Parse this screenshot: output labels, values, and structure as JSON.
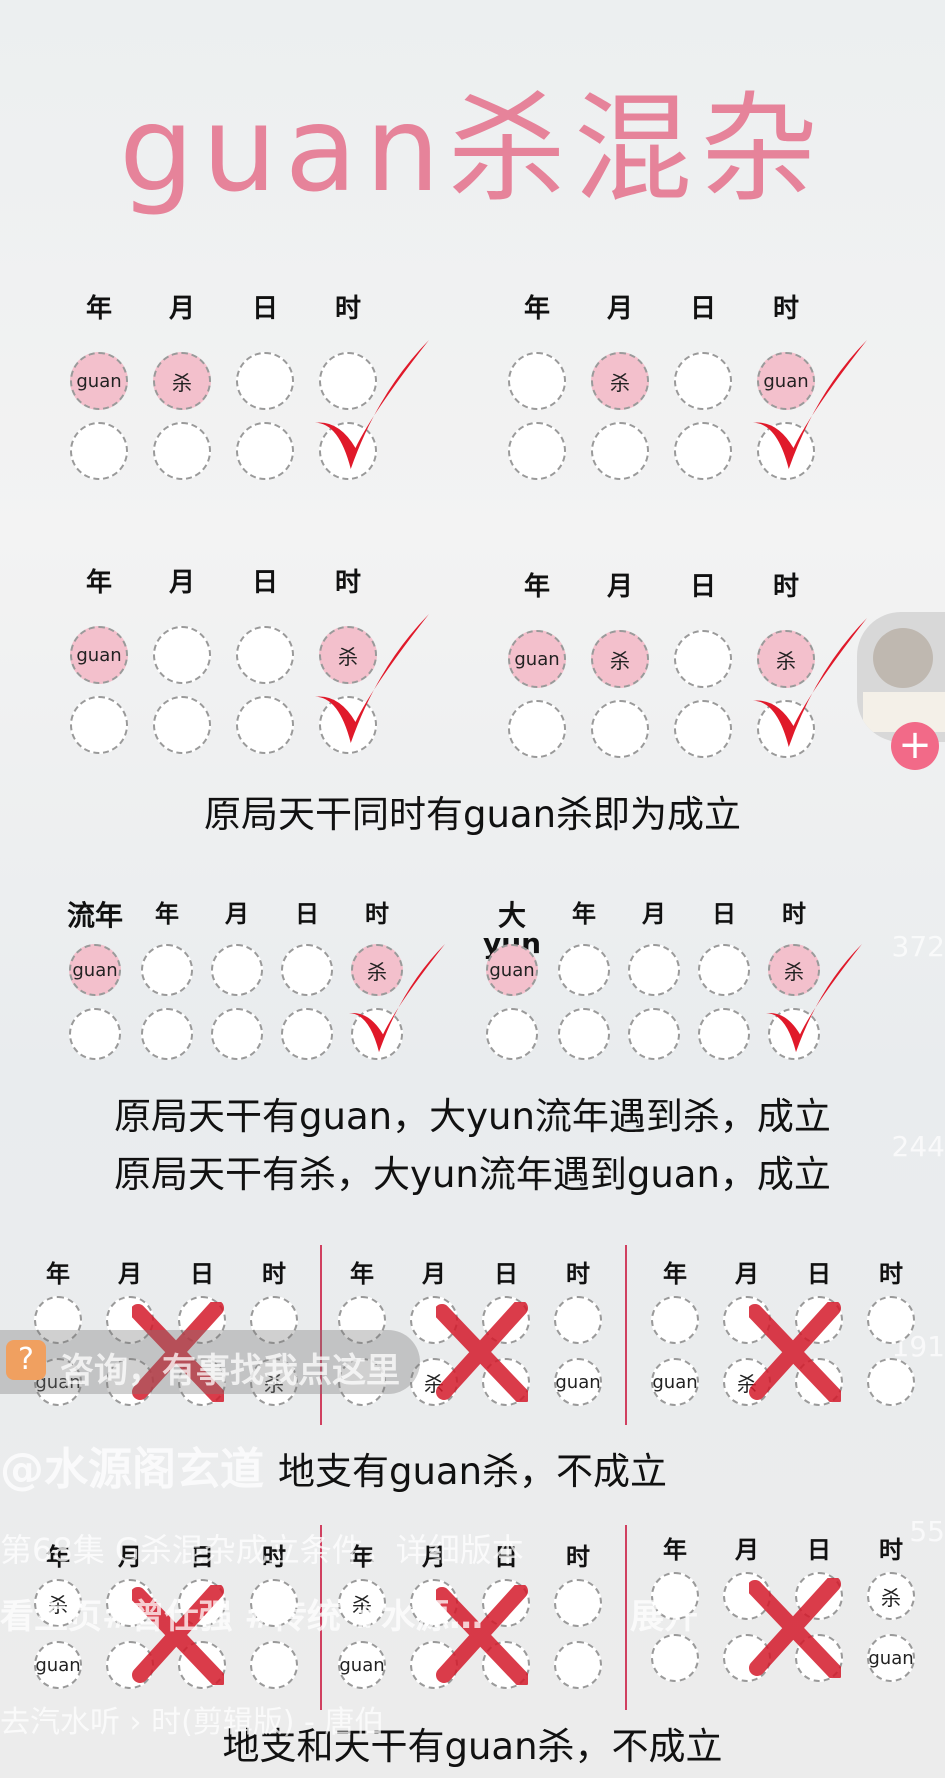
{
  "title": "guan杀混杂",
  "headers": {
    "year": "年",
    "month": "月",
    "day": "日",
    "hour": "时",
    "liunian": "流年",
    "dayun": "大yun"
  },
  "tokens": {
    "guan": "guan",
    "sha": "杀"
  },
  "captions": {
    "c1": "原局天干同时有guan杀即为成立",
    "c2a": "原局天干有guan，大yun流年遇到杀，成立",
    "c2b": "原局天干有杀，大yun流年遇到guan，成立",
    "c3": "地支有guan杀，不成立",
    "c4": "地支和天干有guan杀，不成立"
  },
  "overlay": {
    "consult": "咨询，有事找我点这里",
    "account": "@水源阁玄道",
    "episode": "第68集 G杀混杂成立条件，详细版本",
    "hashtags": "看主页#曾仕强 #传统 #水源…",
    "expand": "展开",
    "music": "去汽水听 › 时(剪辑版) - 唐伯"
  },
  "side_counts": {
    "likes": "372",
    "comments": "244",
    "favorites": "191",
    "shares": "55"
  },
  "colors": {
    "accent": "#e6839a",
    "check": "#e0192a",
    "filled": "#f3c0cc"
  }
}
